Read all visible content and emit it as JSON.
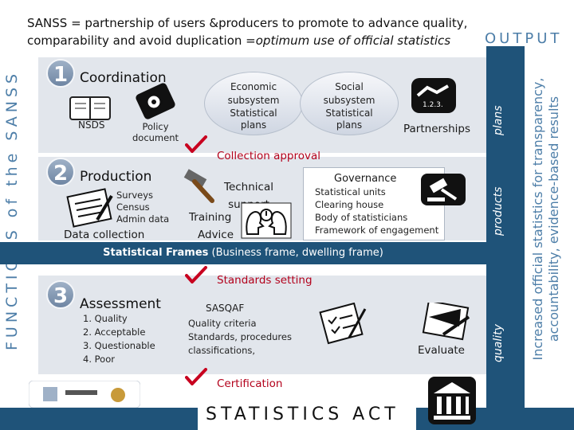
{
  "title": {
    "line1": "SANSS = partnership of users &producers to promote to advance quality,",
    "line2_prefix": "comparability and avoid duplication =",
    "line2_italic": "optimum use of official statistics"
  },
  "functions_label": "FUNCTIONS of the SANSS",
  "output": {
    "title": "OUTPUT",
    "labels": [
      "plans",
      "products",
      "quality"
    ]
  },
  "right_text": "Increased official statistics for transparency, accountability, evidence-based results",
  "coordination": {
    "number": "1",
    "title": "Coordination",
    "nsds": "NSDS",
    "policy_document": "Policy document",
    "economic": {
      "title": "Economic subsystem",
      "sub": "Statistical plans"
    },
    "social": {
      "title": "Social subsystem",
      "sub": "Statistical plans"
    },
    "partnerships": "Partnerships",
    "handshake_text": "1.2.3."
  },
  "collection_approval": "Collection approval",
  "production": {
    "number": "2",
    "title": "Production",
    "sources": [
      "Surveys",
      "Census",
      "Admin data"
    ],
    "data_collection": "Data collection",
    "technical_support": "Technical support",
    "training": "Training",
    "advice": "Advice",
    "governance": {
      "title": "Governance",
      "items": [
        "Statistical units",
        "Clearing house",
        "Body of statisticians",
        "Framework of engagement"
      ]
    }
  },
  "frames": {
    "bold": "Statistical Frames",
    "rest": " (Business frame, dwelling frame)"
  },
  "standards_setting": "Standards setting",
  "assessment": {
    "number": "3",
    "title": "Assessment",
    "levels": [
      "1. Quality",
      "2. Acceptable",
      "3. Questionable",
      "4. Poor"
    ],
    "sasqaf": "SASQAF",
    "criteria": [
      "Quality criteria",
      "Standards, procedures",
      "classifications,"
    ],
    "evaluate": "Evaluate"
  },
  "certification": "Certification",
  "statistics_act": "STATISTICS ACT",
  "colors": {
    "navy": "#1f5379",
    "accent_blue": "#4d7ea8",
    "red": "#b3001b",
    "band": "#e2e6ec"
  }
}
